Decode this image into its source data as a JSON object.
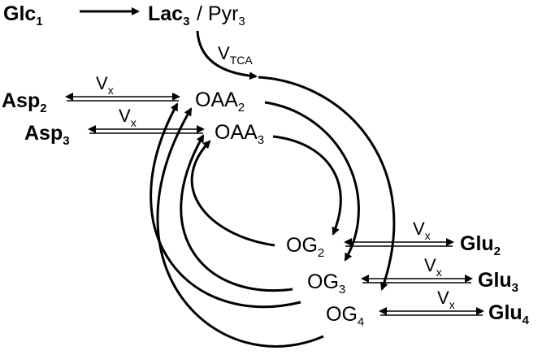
{
  "metabolites": {
    "glc": {
      "base": "Glc",
      "sub": "1"
    },
    "lac": {
      "base": "Lac",
      "sub": "3"
    },
    "pyr": {
      "base": "/ Pyr",
      "sub": "3"
    },
    "asp2": {
      "base": "Asp",
      "sub": "2"
    },
    "asp3": {
      "base": "Asp",
      "sub": "3"
    },
    "oaa2": {
      "base": "OAA",
      "sub": "2"
    },
    "oaa3": {
      "base": "OAA",
      "sub": "3"
    },
    "og2": {
      "base": "OG",
      "sub": "2"
    },
    "og3": {
      "base": "OG",
      "sub": "3"
    },
    "og4": {
      "base": "OG",
      "sub": "4"
    },
    "glu2": {
      "base": "Glu",
      "sub": "2"
    },
    "glu3": {
      "base": "Glu",
      "sub": "3"
    },
    "glu4": {
      "base": "Glu",
      "sub": "4"
    }
  },
  "fluxes": {
    "vtca": {
      "base": "V",
      "sub": "TCA"
    },
    "vx": {
      "base": "V",
      "sub": "x"
    }
  }
}
